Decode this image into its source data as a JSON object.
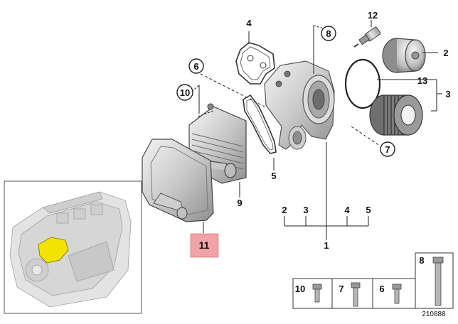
{
  "diagram": {
    "callouts": {
      "c1": "1",
      "c2a": "2",
      "c2b": "2",
      "c3a": "3",
      "c3b": "3",
      "c4a": "4",
      "c4b": "4",
      "c5a": "5",
      "c5b": "5",
      "c6": "6",
      "c7": "7",
      "c8": "8",
      "c9": "9",
      "c10": "10",
      "c11": "11",
      "c12": "12",
      "c13": "13"
    },
    "highlight_color": "#f2a3a7",
    "engine_highlight_color": "#f2e400"
  },
  "hardware_strip": {
    "items": [
      {
        "label": "10"
      },
      {
        "label": "7"
      },
      {
        "label": "6"
      },
      {
        "label": "8"
      }
    ]
  },
  "reference_number": "210888"
}
